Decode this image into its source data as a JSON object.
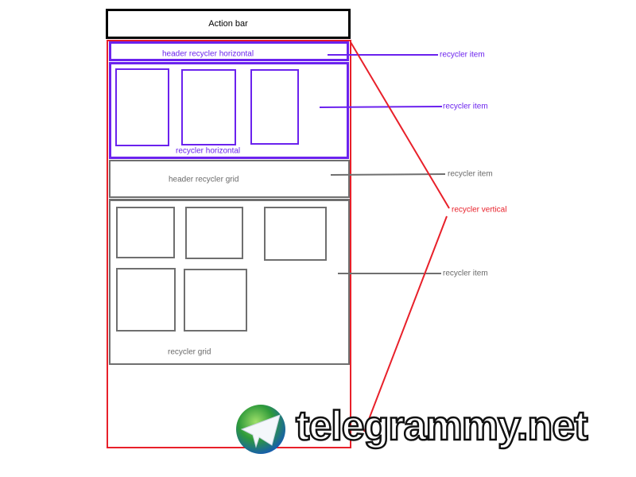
{
  "action_bar": {
    "label": "Action bar"
  },
  "header_recycler_horizontal": {
    "label": "header recycler horizontal"
  },
  "recycler_horizontal": {
    "label": "recycler horizontal",
    "item_count": 3
  },
  "header_recycler_grid": {
    "label": "header recycler grid"
  },
  "recycler_grid": {
    "label": "recycler grid",
    "item_count": 5
  },
  "annotations": {
    "item_1": "recycler item",
    "item_2": "recycler item",
    "item_3": "recycler item",
    "item_4": "recycler item",
    "vertical": "recycler vertical"
  },
  "watermark": {
    "text": "telegrammy.net"
  },
  "colors": {
    "purple": "#6b22ee",
    "gray": "#6f6f6f",
    "red": "#e8202a",
    "black": "#000000"
  }
}
